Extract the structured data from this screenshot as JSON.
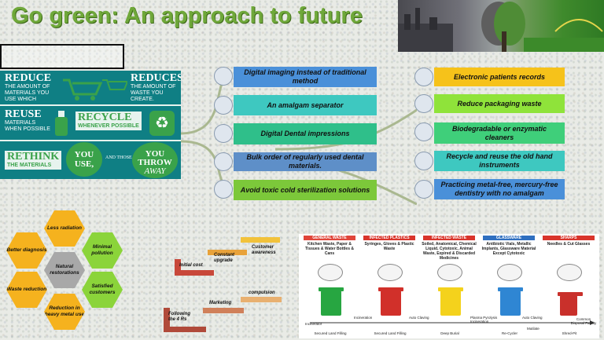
{
  "title": "Go green: An approach to future",
  "rrr_panel": {
    "reduce": {
      "big": "REDUCE",
      "sub": "THE AMOUNT OF MATERIALS YOU USE WHICH",
      "right_big": "REDUCES",
      "right_sub": "THE AMOUNT OF WASTE YOU CREATE."
    },
    "reuse": {
      "big": "REUSE",
      "sub": "MATERIALS WHEN POSSIBLE",
      "right_big": "RECYCLE",
      "right_sub": "WHENEVER POSSIBLE"
    },
    "rethink": {
      "big": "RETHINK",
      "sub": "THE MATERIALS",
      "you_use": "YOU USE,",
      "and_those": "AND THOSE",
      "you_throw": "YOU THROW",
      "away": "AWAY"
    }
  },
  "center_boxes": [
    {
      "text": "Digital imaging instead of traditional method",
      "color": "#4a90d9",
      "icon": "imaging-icon"
    },
    {
      "text": "An amalgam separator",
      "color": "#3ec8c0",
      "icon": "separator-icon"
    },
    {
      "text": "Digital Dental impressions",
      "color": "#2fbf8a",
      "icon": "dental-impression-icon"
    },
    {
      "text": "Bulk order of regularly used dental materials.",
      "color": "#5e8fc8",
      "icon": "materials-icon"
    },
    {
      "text": "Avoid  toxic cold sterilization solutions",
      "color": "#7cc83a",
      "icon": "sterilization-icon"
    }
  ],
  "right_boxes": [
    {
      "text": "Electronic patients records",
      "color": "#f6c21a",
      "icon": "records-icon"
    },
    {
      "text": "Reduce packaging waste",
      "color": "#8fe33a",
      "icon": "packaging-icon"
    },
    {
      "text": "Biodegradable or enzymatic cleaners",
      "color": "#3fcf7a",
      "icon": "cleaner-icon"
    },
    {
      "text": "Recycle and reuse the old hand instruments",
      "color": "#3ec8c0",
      "icon": "instruments-icon"
    },
    {
      "text": "Practicing metal-free, mercury-free dentistry with no amalgam",
      "color": "#4a90d9",
      "icon": "metal-free-icon"
    }
  ],
  "hexagons": {
    "center": "Natural restorations",
    "items": [
      {
        "text": "Less radiation",
        "color": "#f5b21e"
      },
      {
        "text": "Minimal pollution",
        "color": "#8bd43a"
      },
      {
        "text": "Satisfied customers",
        "color": "#8bd43a"
      },
      {
        "text": "Reduction in heavy metal use",
        "color": "#f5b21e"
      },
      {
        "text": "Waste reduction",
        "color": "#f5b21e"
      },
      {
        "text": "Better diagnosis",
        "color": "#f5b21e"
      }
    ],
    "center_color": "#a8a8a8"
  },
  "stairs": {
    "upper": [
      "Initial cost",
      "Constant upgrade",
      "Customer awareness"
    ],
    "lower": [
      "Following the 4 Rs",
      "Marketing",
      "compulsion"
    ]
  },
  "waste_panel": {
    "columns": [
      {
        "head": "GENERAL WASTE",
        "head_color": "#e0453a",
        "text": "Kitchen Waste, Paper & Tissues & Water Bottles & Cans",
        "bin_color": "#27a641",
        "bottom": "Secured Land Filling"
      },
      {
        "head": "INFECTED PLASTICS",
        "head_color": "#d9342b",
        "text": "Syringes, Gloves & Plastic Waste",
        "bin_color": "#d1302a",
        "bottom": "Secured Land Filling"
      },
      {
        "head": "INFECTED WASTE",
        "head_color": "#d9342b",
        "text": "Soiled, Anatomical, Chemical Liquid, Cytotoxic, Animal Waste, Expired & Discarded Medicines",
        "bin_color": "#f4d21c",
        "bottom": "Deep Burial"
      },
      {
        "head": "GLASSWARE",
        "head_color": "#2f6fc0",
        "text": "Antibiotic Vials, Metallic Implants, Glassware Material Except Cytotoxic",
        "bin_color": "#2f86d3",
        "bottom": "Re-Cycler"
      },
      {
        "head": "SHARPS",
        "head_color": "#d9342b",
        "text": "Needles & Cut Glasses",
        "bin_color": "#c9302b",
        "bottom": "Shred-Pit"
      }
    ],
    "flow_labels": [
      "Incinerator",
      "Incineration",
      "Auto Claving",
      "Plasma Pyrolysis Incineration",
      "Auto Claving",
      "Mutilate",
      "Common Disposal Facility"
    ]
  }
}
